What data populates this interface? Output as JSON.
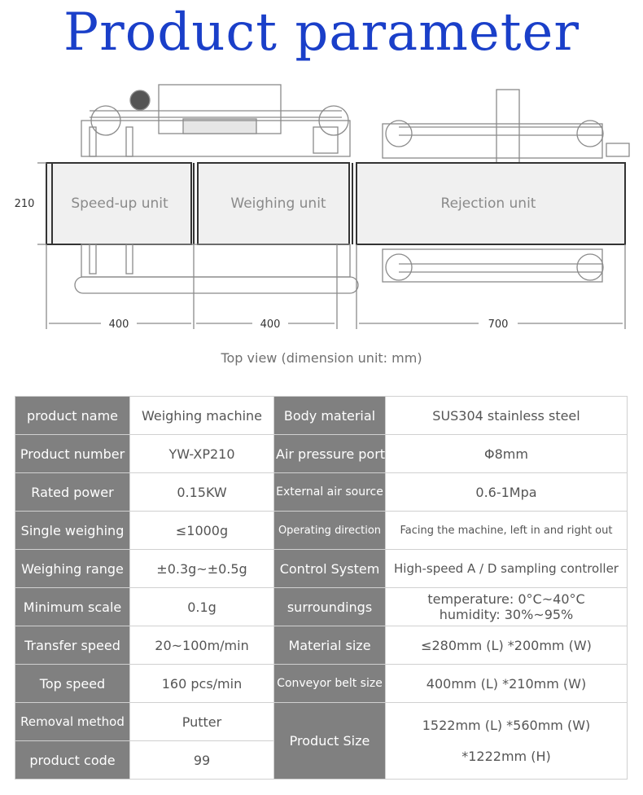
{
  "title": "Product parameter",
  "drawing": {
    "units": [
      "Speed-up unit",
      "Weighing unit",
      "Rejection unit"
    ],
    "height_dim": "210",
    "length_dims": [
      "400",
      "400",
      "700"
    ]
  },
  "caption": "Top view (dimension unit: mm)",
  "table": {
    "rows": [
      {
        "k1": "product name",
        "v1": "Weighing machine",
        "k2": "Body material",
        "v2": "SUS304 stainless steel"
      },
      {
        "k1": "Product number",
        "v1": "YW-XP210",
        "k2": "Air pressure port",
        "v2": "Φ8mm"
      },
      {
        "k1": "Rated power",
        "v1": "0.15KW",
        "k2": "External air source",
        "v2": "0.6-1Mpa"
      },
      {
        "k1": "Single weighing",
        "v1": "≤1000g",
        "k2": "Operating direction",
        "v2": "Facing the machine, left in and right out"
      },
      {
        "k1": "Weighing range",
        "v1": "±0.3g~±0.5g",
        "k2": "Control System",
        "v2": "High-speed A / D sampling controller"
      },
      {
        "k1": "Minimum scale",
        "v1": "0.1g",
        "k2": "surroundings",
        "v2a": "temperature: 0°C~40°C",
        "v2b": "humidity: 30%~95%"
      },
      {
        "k1": "Transfer speed",
        "v1": "20~100m/min",
        "k2": "Material size",
        "v2": "≤280mm (L) *200mm (W)"
      },
      {
        "k1": "Top speed",
        "v1": "160 pcs/min",
        "k2": "Conveyor belt size",
        "v2": "400mm (L) *210mm (W)"
      },
      {
        "k1": "Removal method",
        "v1": "Putter",
        "k2": "Product Size",
        "v2a": "1522mm (L) *560mm (W)",
        "v2b": "*1222mm (H)"
      },
      {
        "k1": "product code",
        "v1": "99"
      }
    ]
  }
}
